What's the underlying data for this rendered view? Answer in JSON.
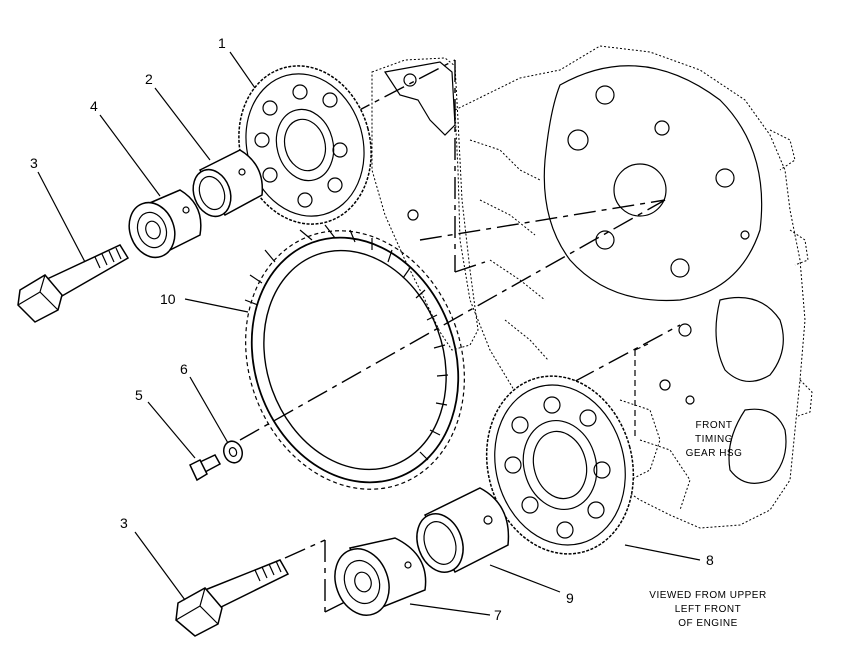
{
  "callouts": {
    "c1": "1",
    "c2": "2",
    "c3a": "3",
    "c4": "4",
    "c5": "5",
    "c6": "6",
    "c10": "10",
    "c3b": "3",
    "c7": "7",
    "c8": "8",
    "c9": "9"
  },
  "housing_label": {
    "line1": "FRONT",
    "line2": "TIMING",
    "line3": "GEAR HSG"
  },
  "view_note": {
    "line1": "VIEWED FROM UPPER",
    "line2": "LEFT FRONT",
    "line3": "OF ENGINE"
  }
}
